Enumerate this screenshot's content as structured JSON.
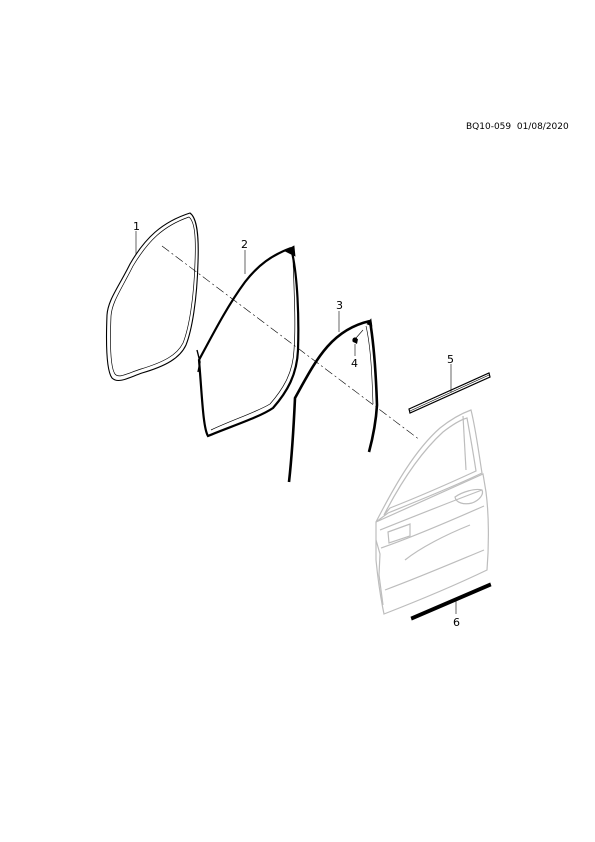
{
  "drawing_ref": "BQ10-059  01/08/2020",
  "callouts": [
    {
      "id": "callout-1",
      "label": "1"
    },
    {
      "id": "callout-2",
      "label": "2"
    },
    {
      "id": "callout-3",
      "label": "3"
    },
    {
      "id": "callout-4",
      "label": "4"
    },
    {
      "id": "callout-5",
      "label": "5"
    },
    {
      "id": "callout-6",
      "label": "6"
    }
  ],
  "colors": {
    "ink": "#000000",
    "door_ghost": "#bdbdbd"
  }
}
